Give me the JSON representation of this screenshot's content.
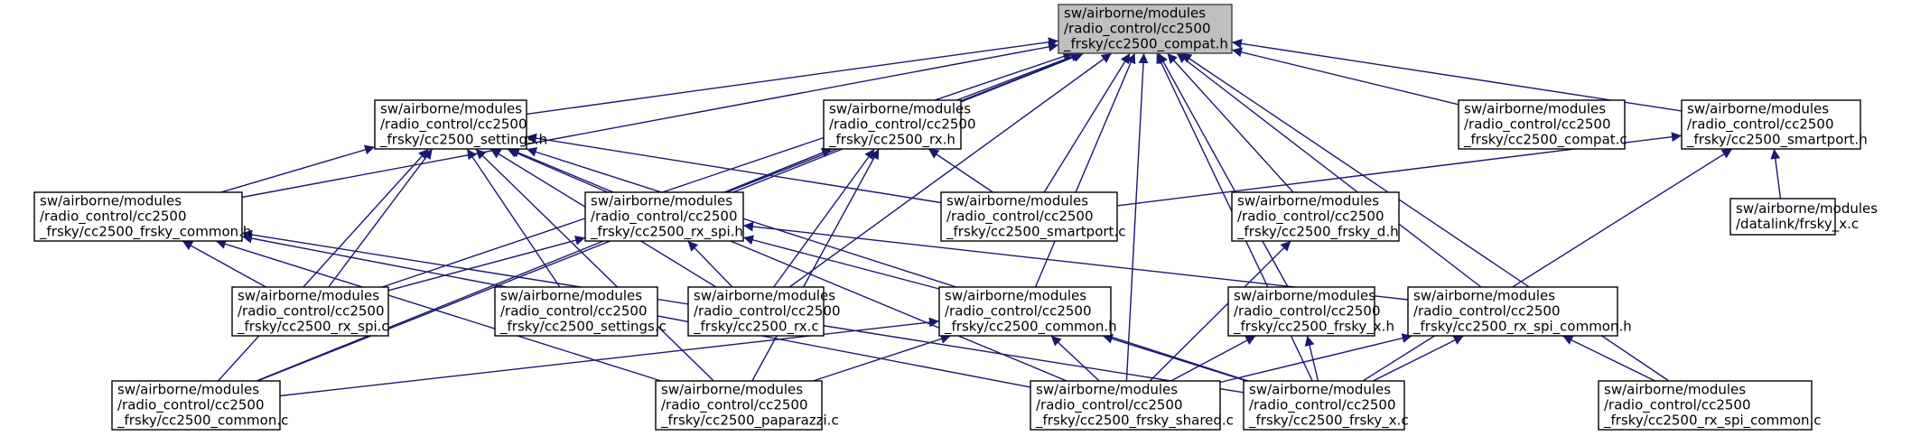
{
  "colors": {
    "edge": "#191970",
    "root_fill": "#bfbfbf",
    "node_fill": "#ffffff",
    "node_border": "#000000"
  },
  "nodes": [
    {
      "id": "compat_h",
      "lines": [
        "sw/airborne/modules",
        "/radio_control/cc2500",
        "_frsky/cc2500_compat.h"
      ],
      "root": true
    },
    {
      "id": "settings_h",
      "lines": [
        "sw/airborne/modules",
        "/radio_control/cc2500",
        "_frsky/cc2500_settings.h"
      ]
    },
    {
      "id": "rx_h",
      "lines": [
        "sw/airborne/modules",
        "/radio_control/cc2500",
        "_frsky/cc2500_rx.h"
      ]
    },
    {
      "id": "compat_c",
      "lines": [
        "sw/airborne/modules",
        "/radio_control/cc2500",
        "_frsky/cc2500_compat.c"
      ]
    },
    {
      "id": "smartport_h",
      "lines": [
        "sw/airborne/modules",
        "/radio_control/cc2500",
        "_frsky/cc2500_smartport.h"
      ]
    },
    {
      "id": "frsky_common_h",
      "lines": [
        "sw/airborne/modules",
        "/radio_control/cc2500",
        "_frsky/cc2500_frsky_common.h"
      ]
    },
    {
      "id": "rx_spi_h",
      "lines": [
        "sw/airborne/modules",
        "/radio_control/cc2500",
        "_frsky/cc2500_rx_spi.h"
      ]
    },
    {
      "id": "smartport_c",
      "lines": [
        "sw/airborne/modules",
        "/radio_control/cc2500",
        "_frsky/cc2500_smartport.c"
      ]
    },
    {
      "id": "frsky_d_h",
      "lines": [
        "sw/airborne/modules",
        "/radio_control/cc2500",
        "_frsky/cc2500_frsky_d.h"
      ]
    },
    {
      "id": "frsky_x_c_datalink",
      "lines": [
        "sw/airborne/modules",
        "/datalink/frsky_x.c"
      ]
    },
    {
      "id": "rx_spi_c",
      "lines": [
        "sw/airborne/modules",
        "/radio_control/cc2500",
        "_frsky/cc2500_rx_spi.c"
      ]
    },
    {
      "id": "settings_c",
      "lines": [
        "sw/airborne/modules",
        "/radio_control/cc2500",
        "_frsky/cc2500_settings.c"
      ]
    },
    {
      "id": "rx_c",
      "lines": [
        "sw/airborne/modules",
        "/radio_control/cc2500",
        "_frsky/cc2500_rx.c"
      ]
    },
    {
      "id": "common_h",
      "lines": [
        "sw/airborne/modules",
        "/radio_control/cc2500",
        "_frsky/cc2500_common.h"
      ]
    },
    {
      "id": "frsky_x_h",
      "lines": [
        "sw/airborne/modules",
        "/radio_control/cc2500",
        "_frsky/cc2500_frsky_x.h"
      ]
    },
    {
      "id": "rx_spi_common_h",
      "lines": [
        "sw/airborne/modules",
        "/radio_control/cc2500",
        "_frsky/cc2500_rx_spi_common.h"
      ]
    },
    {
      "id": "common_c",
      "lines": [
        "sw/airborne/modules",
        "/radio_control/cc2500",
        "_frsky/cc2500_common.c"
      ]
    },
    {
      "id": "paparazzi_c",
      "lines": [
        "sw/airborne/modules",
        "/radio_control/cc2500",
        "_frsky/cc2500_paparazzi.c"
      ]
    },
    {
      "id": "frsky_shared_c",
      "lines": [
        "sw/airborne/modules",
        "/radio_control/cc2500",
        "_frsky/cc2500_frsky_shared.c"
      ]
    },
    {
      "id": "frsky_x_c",
      "lines": [
        "sw/airborne/modules",
        "/radio_control/cc2500",
        "_frsky/cc2500_frsky_x.c"
      ]
    },
    {
      "id": "rx_spi_common_c",
      "lines": [
        "sw/airborne/modules",
        "/radio_control/cc2500",
        "_frsky/cc2500_rx_spi_common.c"
      ]
    }
  ],
  "edges": [
    {
      "from": "settings_h",
      "to": "compat_h"
    },
    {
      "from": "rx_h",
      "to": "compat_h"
    },
    {
      "from": "compat_c",
      "to": "compat_h"
    },
    {
      "from": "smartport_h",
      "to": "compat_h"
    },
    {
      "from": "frsky_common_h",
      "to": "compat_h"
    },
    {
      "from": "rx_spi_h",
      "to": "compat_h"
    },
    {
      "from": "smartport_c",
      "to": "compat_h"
    },
    {
      "from": "frsky_d_h",
      "to": "compat_h"
    },
    {
      "from": "rx_spi_c",
      "to": "compat_h"
    },
    {
      "from": "rx_c",
      "to": "compat_h"
    },
    {
      "from": "common_h",
      "to": "compat_h"
    },
    {
      "from": "frsky_x_h",
      "to": "compat_h"
    },
    {
      "from": "rx_spi_common_h",
      "to": "compat_h"
    },
    {
      "from": "common_c",
      "to": "compat_h"
    },
    {
      "from": "frsky_shared_c",
      "to": "compat_h"
    },
    {
      "from": "frsky_x_c",
      "to": "compat_h"
    },
    {
      "from": "rx_spi_common_c",
      "to": "compat_h"
    },
    {
      "from": "frsky_common_h",
      "to": "settings_h"
    },
    {
      "from": "rx_spi_h",
      "to": "settings_h"
    },
    {
      "from": "smartport_c",
      "to": "settings_h"
    },
    {
      "from": "rx_spi_c",
      "to": "settings_h"
    },
    {
      "from": "settings_c",
      "to": "settings_h"
    },
    {
      "from": "rx_c",
      "to": "settings_h"
    },
    {
      "from": "common_c",
      "to": "settings_h"
    },
    {
      "from": "paparazzi_c",
      "to": "settings_h"
    },
    {
      "from": "frsky_shared_c",
      "to": "settings_h"
    },
    {
      "from": "frsky_x_c",
      "to": "settings_h"
    },
    {
      "from": "rx_spi_h",
      "to": "rx_h"
    },
    {
      "from": "smartport_c",
      "to": "rx_h"
    },
    {
      "from": "rx_c",
      "to": "rx_h"
    },
    {
      "from": "common_c",
      "to": "rx_h"
    },
    {
      "from": "paparazzi_c",
      "to": "rx_h"
    },
    {
      "from": "smartport_c",
      "to": "smartport_h"
    },
    {
      "from": "frsky_x_c_datalink",
      "to": "smartport_h"
    },
    {
      "from": "frsky_x_c",
      "to": "smartport_h"
    },
    {
      "from": "rx_spi_c",
      "to": "frsky_common_h"
    },
    {
      "from": "paparazzi_c",
      "to": "frsky_common_h"
    },
    {
      "from": "frsky_shared_c",
      "to": "frsky_common_h"
    },
    {
      "from": "frsky_x_c",
      "to": "frsky_common_h"
    },
    {
      "from": "rx_spi_c",
      "to": "rx_spi_h"
    },
    {
      "from": "rx_c",
      "to": "rx_spi_h"
    },
    {
      "from": "common_h",
      "to": "rx_spi_h"
    },
    {
      "from": "rx_spi_common_h",
      "to": "rx_spi_h"
    },
    {
      "from": "frsky_shared_c",
      "to": "frsky_d_h"
    },
    {
      "from": "common_c",
      "to": "common_h"
    },
    {
      "from": "paparazzi_c",
      "to": "common_h"
    },
    {
      "from": "frsky_shared_c",
      "to": "common_h"
    },
    {
      "from": "frsky_x_c",
      "to": "common_h"
    },
    {
      "from": "frsky_shared_c",
      "to": "frsky_x_h"
    },
    {
      "from": "frsky_x_c",
      "to": "frsky_x_h"
    },
    {
      "from": "frsky_shared_c",
      "to": "rx_spi_common_h"
    },
    {
      "from": "frsky_x_c",
      "to": "rx_spi_common_h"
    },
    {
      "from": "rx_spi_common_c",
      "to": "rx_spi_common_h"
    }
  ]
}
